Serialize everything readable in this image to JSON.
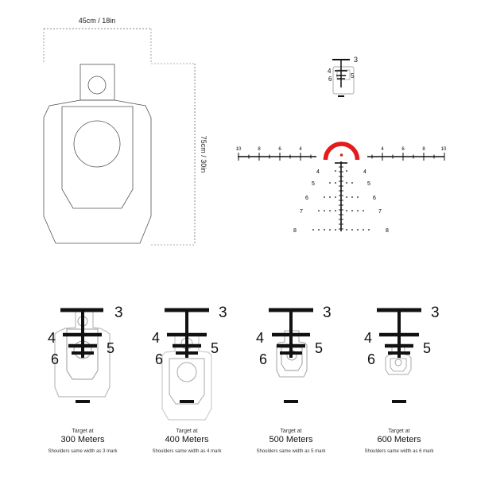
{
  "big_target": {
    "width_label": "45cm / 18in",
    "height_label": "75cm / 30in"
  },
  "reticle": {
    "windage_labels_left": [
      "10",
      "8",
      "6",
      "4"
    ],
    "windage_labels_right": [
      "4",
      "6",
      "8",
      "10"
    ],
    "ladder_labels": [
      "4",
      "5",
      "6",
      "7",
      "8"
    ],
    "circle_color": "#e31b1b"
  },
  "small_reticle": {
    "labels": [
      "3",
      "4",
      "5",
      "6"
    ]
  },
  "panels": [
    {
      "marks": [
        "3",
        "4",
        "5",
        "6"
      ],
      "line1": "Target at",
      "line2": "300 Meters",
      "line3": "Shoulders same width as 3 mark"
    },
    {
      "marks": [
        "3",
        "4",
        "5",
        "6"
      ],
      "line1": "Target at",
      "line2": "400 Meters",
      "line3": "Shoulders same width as 4 mark"
    },
    {
      "marks": [
        "3",
        "4",
        "5",
        "6"
      ],
      "line1": "Target at",
      "line2": "500 Meters",
      "line3": "Shoulders same width as 5 mark"
    },
    {
      "marks": [
        "3",
        "4",
        "5",
        "6"
      ],
      "line1": "Target at",
      "line2": "600 Meters",
      "line3": "Shoulders same width as 6 mark"
    }
  ]
}
